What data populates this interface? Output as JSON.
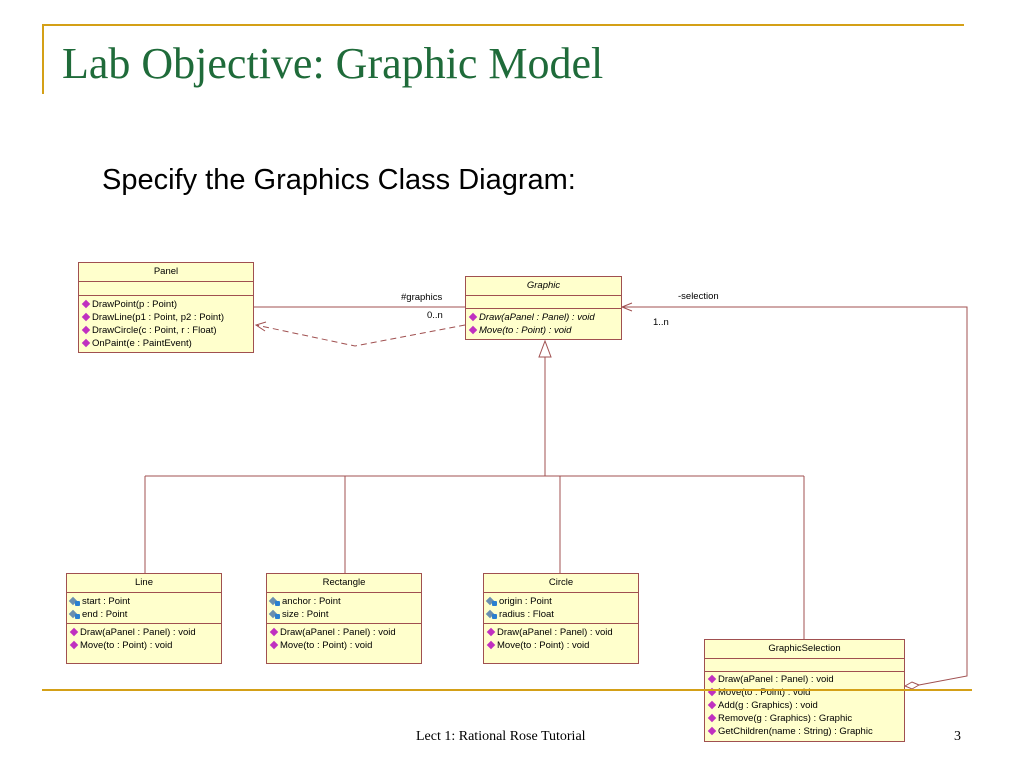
{
  "slide": {
    "title": "Lab Objective: Graphic Model",
    "subtitle": "Specify the Graphics Class Diagram:",
    "footer": "Lect 1: Rational Rose Tutorial",
    "page_number": "3",
    "accent_color": "#d4a017",
    "title_color": "#1f6b3a"
  },
  "classes": {
    "panel": {
      "name": "Panel",
      "operations": [
        "DrawPoint(p : Point)",
        "DrawLine(p1 : Point, p2 : Point)",
        "DrawCircle(c : Point, r : Float)",
        "OnPaint(e : PaintEvent)"
      ]
    },
    "graphic": {
      "name": "Graphic",
      "abstract": true,
      "operations": [
        "Draw(aPanel : Panel) : void",
        "Move(to : Point) : void"
      ]
    },
    "line": {
      "name": "Line",
      "attributes": [
        "start : Point",
        "end : Point"
      ],
      "operations": [
        "Draw(aPanel : Panel) : void",
        "Move(to : Point) : void"
      ]
    },
    "rectangle": {
      "name": "Rectangle",
      "attributes": [
        "anchor : Point",
        "size : Point"
      ],
      "operations": [
        "Draw(aPanel : Panel) : void",
        "Move(to : Point) : void"
      ]
    },
    "circle": {
      "name": "Circle",
      "attributes": [
        "origin : Point",
        "radius : Float"
      ],
      "operations": [
        "Draw(aPanel : Panel) : void",
        "Move(to : Point) : void"
      ]
    },
    "graphic_selection": {
      "name": "GraphicSelection",
      "operations": [
        "Draw(aPanel : Panel) : void",
        "Move(to : Point) : void",
        "Add(g : Graphics) : void",
        "Remove(g : Graphics) : Graphic",
        "GetChildren(name : String) : Graphic"
      ]
    }
  },
  "associations": {
    "graphics_role": "#graphics",
    "graphics_multiplicity": "0..n",
    "selection_role": "-selection",
    "selection_multiplicity": "1..n"
  },
  "icons": {
    "operation": "operation-diamond-icon",
    "attribute": "attribute-icon"
  }
}
